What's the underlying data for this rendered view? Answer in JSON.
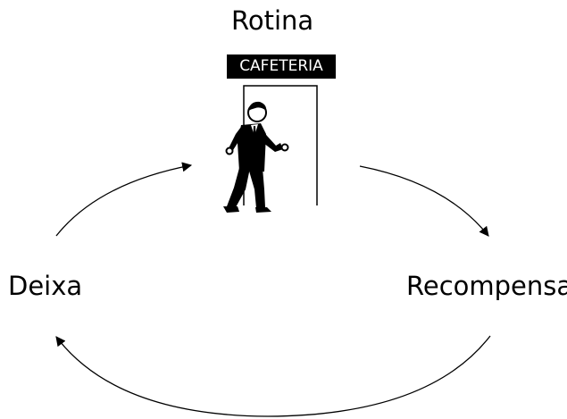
{
  "diagram": {
    "title": "Rotina",
    "sign_text": "CAFETERIA",
    "left_label": "Deixa",
    "right_label": "Recompensa",
    "person_icon": "walking-person-icon",
    "door_icon": "doorway-icon",
    "stroke_color": "#000000",
    "background_color": "#ffffff"
  }
}
